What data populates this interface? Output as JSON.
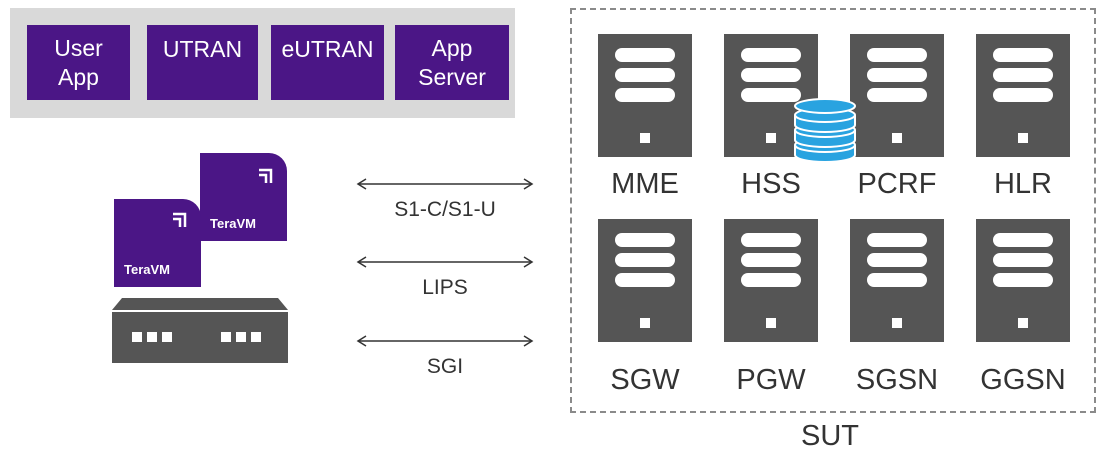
{
  "modules": [
    {
      "line1": "User",
      "line2": "App"
    },
    {
      "line1": "UTRAN",
      "line2": ""
    },
    {
      "line1": "eUTRAN",
      "line2": ""
    },
    {
      "line1": "App",
      "line2": "Server"
    }
  ],
  "teravm_brand": "TeraVM",
  "links": [
    "S1-C/S1-U",
    "LIPS",
    "SGI"
  ],
  "servers_row1": [
    "MME",
    "HSS",
    "PCRF",
    "HLR"
  ],
  "servers_row2": [
    "SGW",
    "PGW",
    "SGSN",
    "GGSN"
  ],
  "sut_label": "SUT",
  "colors": {
    "module_purple": "#4b1686",
    "server_gray": "#555555",
    "db_blue": "#29a3e0",
    "panel_gray": "#d9d9d9"
  },
  "icons": [
    "database-icon",
    "teravm-logo-icon",
    "server-icon"
  ]
}
